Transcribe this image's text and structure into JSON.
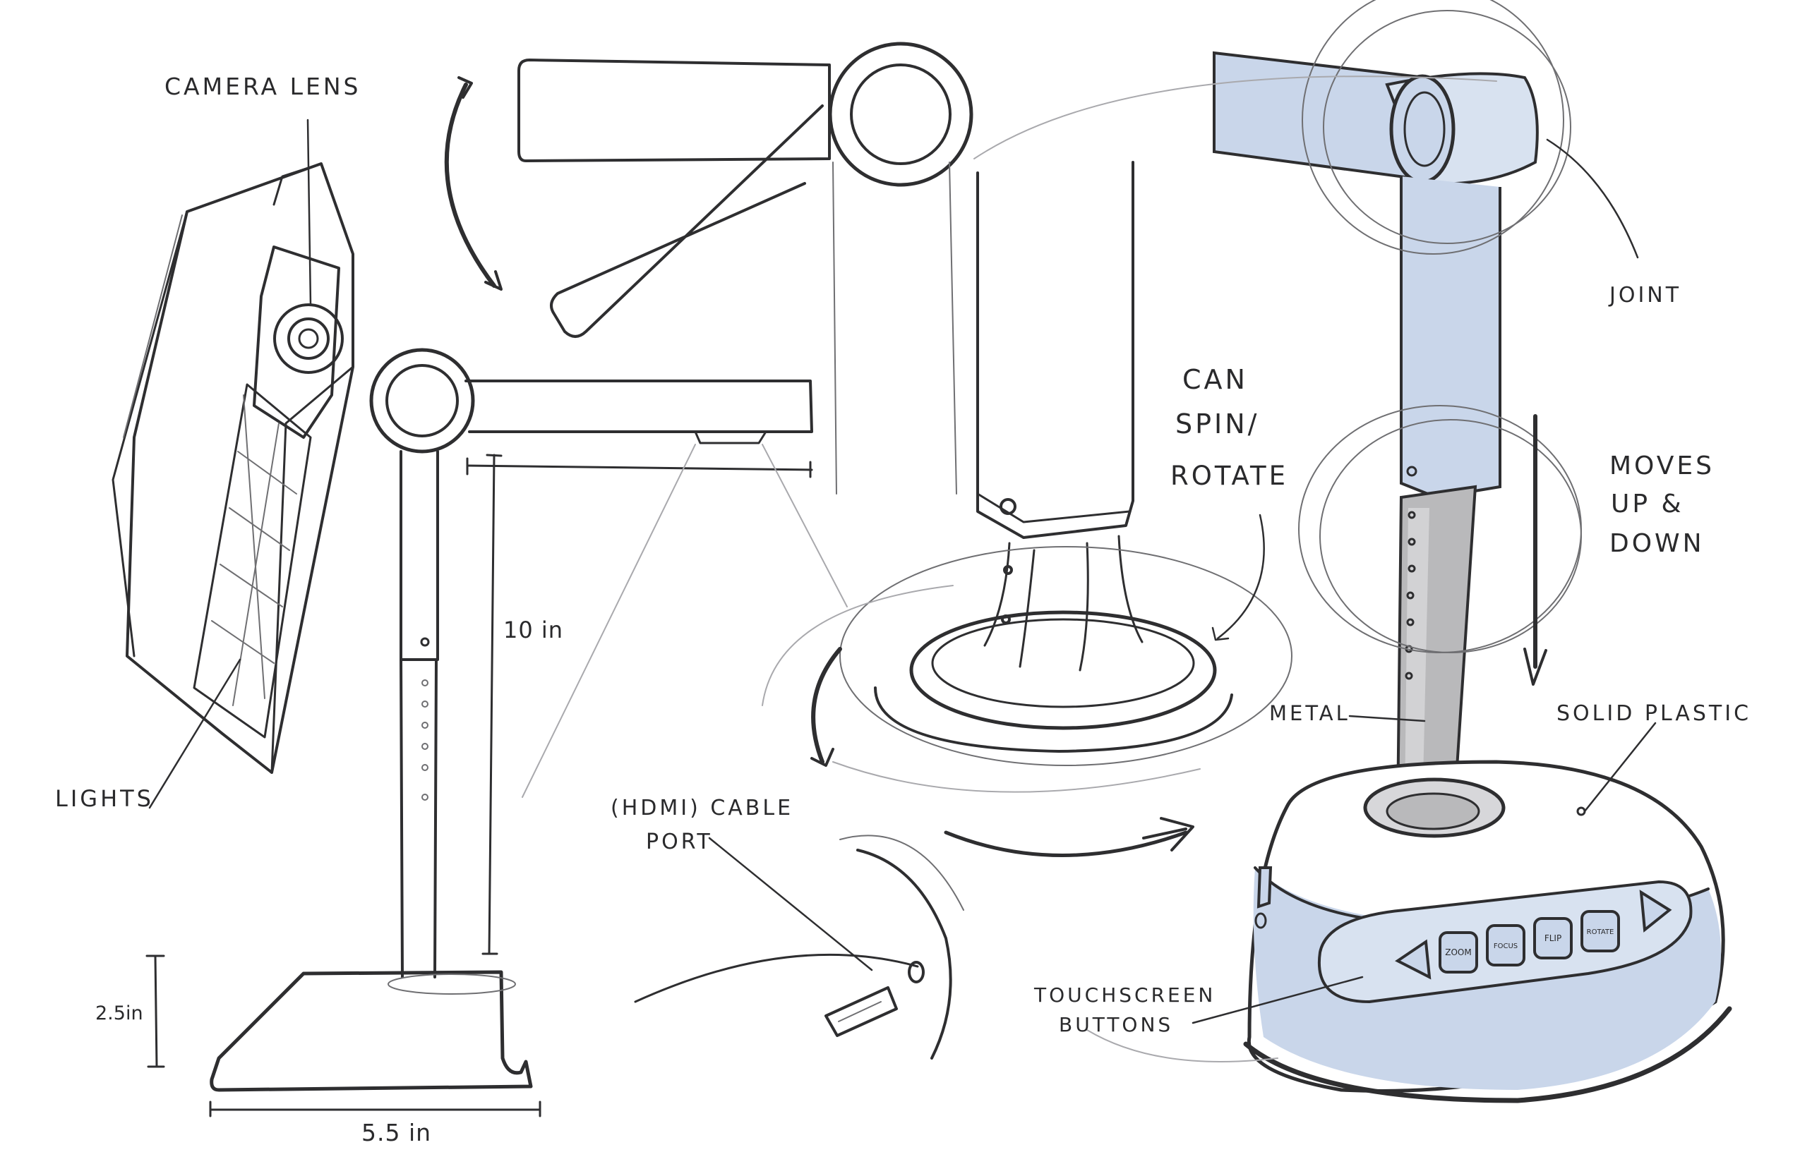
{
  "labels": {
    "camera_lens": "CAMERA LENS",
    "lights": "LIGHTS",
    "dim_height_arm": "10 in",
    "dim_base_height": "2.5in",
    "dim_base_width": "5.5 in",
    "hdmi_line1": "(HDMI) CABLE",
    "hdmi_line2": "PORT",
    "spin_line1": "CAN",
    "spin_line2": "SPIN/",
    "spin_line3": "ROTATE",
    "joint": "JOINT",
    "moves_line1": "MOVES",
    "moves_line2": "UP &",
    "moves_line3": "DOWN",
    "metal": "METAL",
    "solid_plastic": "SOLID PLASTIC",
    "touch_line1": "TOUCHSCREEN",
    "touch_line2": "BUTTONS"
  },
  "buttons": [
    "ZOOM",
    "FOCUS",
    "FLIP",
    "ROTATE"
  ],
  "colors": {
    "ink": "#2e2e30",
    "blue_shade": "#c9d6ea",
    "metal_shade": "#b9b9bb"
  }
}
